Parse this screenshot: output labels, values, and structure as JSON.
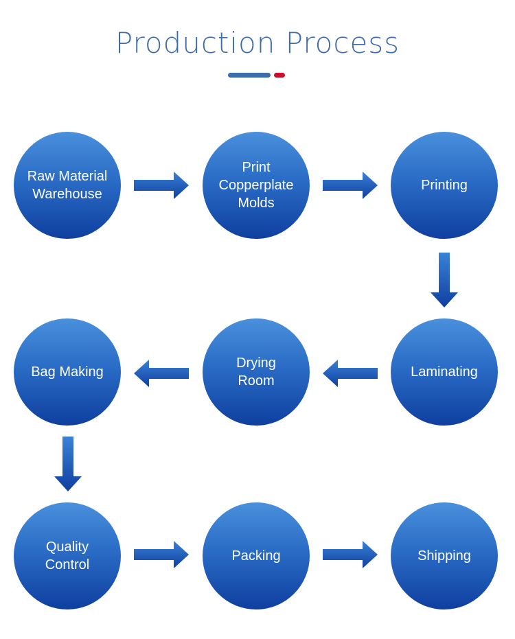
{
  "header": {
    "title": "Production Process",
    "accent_colors": {
      "primary": "#3e6bab",
      "secondary": "#c8102e"
    }
  },
  "colors": {
    "node_top": "#4a90dc",
    "node_bottom": "#0f3fa0",
    "arrow_top": "#3a82d6",
    "arrow_bottom": "#0f3fa0"
  },
  "steps": [
    {
      "order": 1,
      "label": "Raw Material\nWarehouse"
    },
    {
      "order": 2,
      "label": "Print\nCopperplate\nMolds"
    },
    {
      "order": 3,
      "label": "Printing"
    },
    {
      "order": 4,
      "label": "Laminating"
    },
    {
      "order": 5,
      "label": "Drying\nRoom"
    },
    {
      "order": 6,
      "label": "Bag Making"
    },
    {
      "order": 7,
      "label": "Quality\nControl"
    },
    {
      "order": 8,
      "label": "Packing"
    },
    {
      "order": 9,
      "label": "Shipping"
    }
  ],
  "connections": [
    {
      "from": 1,
      "to": 2,
      "direction": "right",
      "icon": "arrow-right-icon"
    },
    {
      "from": 2,
      "to": 3,
      "direction": "right",
      "icon": "arrow-right-icon"
    },
    {
      "from": 3,
      "to": 4,
      "direction": "down",
      "icon": "arrow-down-icon"
    },
    {
      "from": 4,
      "to": 5,
      "direction": "left",
      "icon": "arrow-left-icon"
    },
    {
      "from": 5,
      "to": 6,
      "direction": "left",
      "icon": "arrow-left-icon"
    },
    {
      "from": 6,
      "to": 7,
      "direction": "down",
      "icon": "arrow-down-icon"
    },
    {
      "from": 7,
      "to": 8,
      "direction": "right",
      "icon": "arrow-right-icon"
    },
    {
      "from": 8,
      "to": 9,
      "direction": "right",
      "icon": "arrow-right-icon"
    }
  ]
}
